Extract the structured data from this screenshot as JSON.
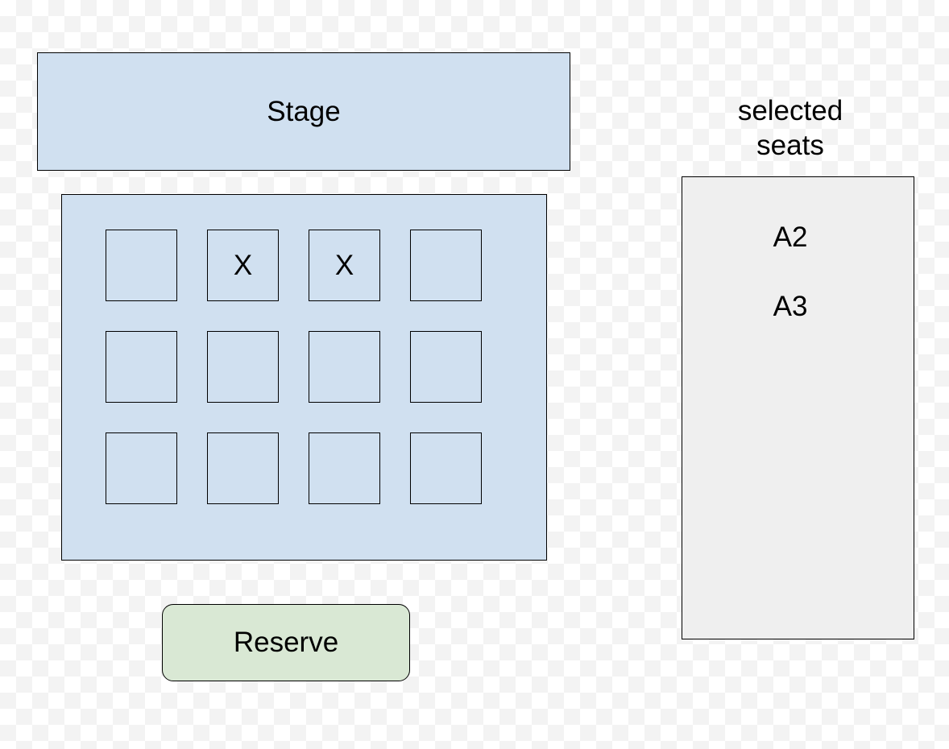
{
  "colors": {
    "stage_fill": "#d0e0f0",
    "seat_area_fill": "#d0e0f0",
    "seat_fill": "#d0e0f0",
    "reserve_fill": "#d9e8d4",
    "panel_fill": "#efefef"
  },
  "stage": {
    "label": "Stage"
  },
  "seat_map": {
    "rows": [
      [
        "",
        "X",
        "X",
        ""
      ],
      [
        "",
        "",
        "",
        ""
      ],
      [
        "",
        "",
        "",
        ""
      ]
    ]
  },
  "reserve": {
    "label": "Reserve"
  },
  "selected_panel": {
    "title": "selected\nseats",
    "items": [
      "A2",
      "A3"
    ]
  }
}
